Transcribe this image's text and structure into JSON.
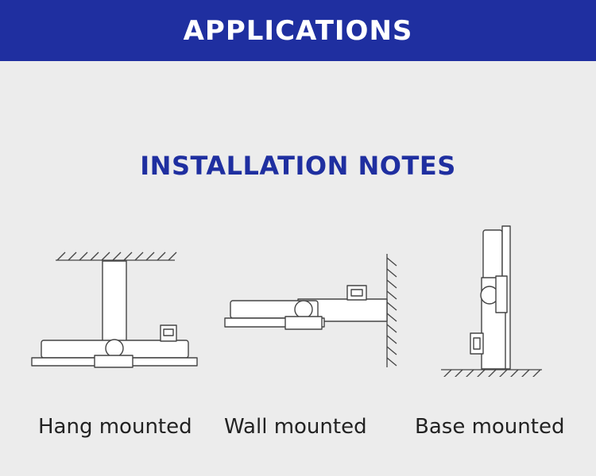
{
  "header": {
    "title": "APPLICATIONS"
  },
  "section": {
    "title": "INSTALLATION NOTES"
  },
  "colors": {
    "banner": "#1f2fa0",
    "title": "#1f2fa0",
    "background": "#ececec",
    "line": "#444444"
  },
  "diagrams": [
    {
      "caption": "Hang mounted"
    },
    {
      "caption": "Wall mounted"
    },
    {
      "caption": "Base mounted"
    }
  ]
}
